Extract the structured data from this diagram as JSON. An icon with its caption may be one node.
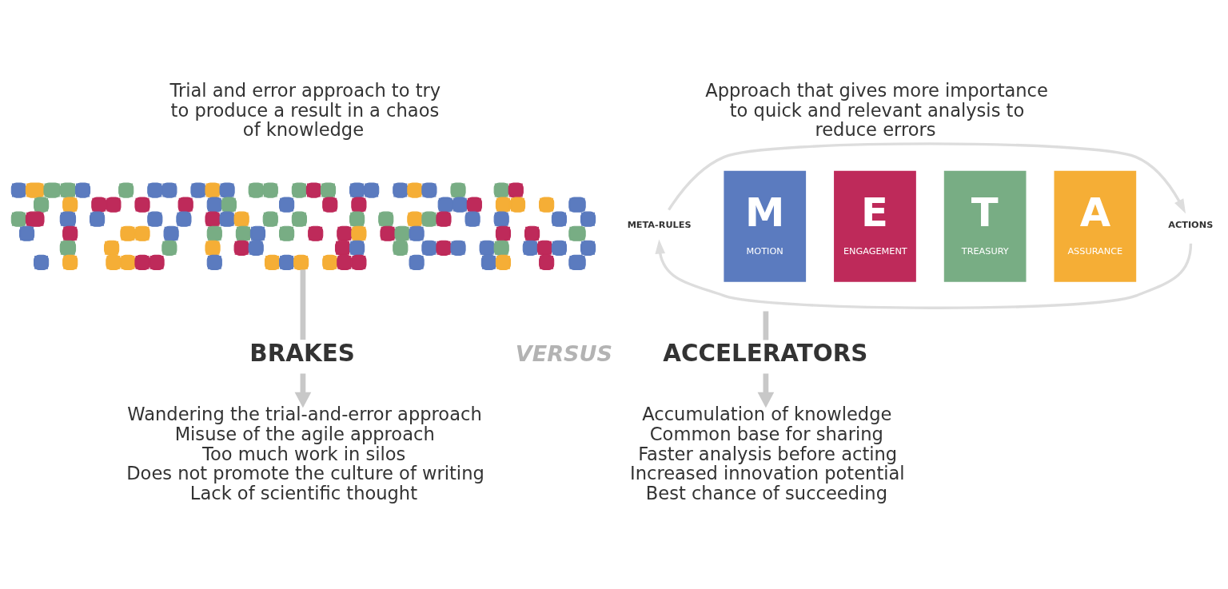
{
  "diagram": {
    "nodes": [
      {
        "text": [
          "Trial and error approach to try to produce a result in a chaos of knowledge"
        ]
      },
      {
        "text": [],
        "shape": "picture"
      },
      {
        "text": [
          "BRAKES"
        ]
      },
      {
        "text": [
          "Wandering the trial-and-error approach",
          "Misuse of the agile approach",
          "Too much work in silos",
          "Does not promote the culture of writing",
          "Lack of scientific thought"
        ]
      },
      {
        "text": [
          "Approach that gives more importance to quick and relevant analysis to reduce errors"
        ]
      },
      {
        "text": [
          "META-RULES"
        ]
      },
      {
        "text": [
          "M",
          "MOTION"
        ]
      },
      {
        "text": [
          "E",
          "ENGAGEMENT"
        ]
      },
      {
        "text": [
          "T",
          "TREASURY"
        ]
      },
      {
        "text": [
          "A",
          "ASSURANCE"
        ]
      },
      {
        "text": [
          "ACTIONS"
        ]
      },
      {
        "text": [
          "ACCELERATORS"
        ]
      },
      {
        "text": [
          "Accumulation of knowledge",
          "Common base for sharing",
          "Faster analysis before acting",
          "Increased innovation potential",
          "Best chance of succeeding"
        ]
      }
    ],
    "edges": [
      {
        "from": 1,
        "to": 2,
        "arrow": "none"
      },
      {
        "from": 2,
        "to": 3,
        "arrow": "to"
      },
      {
        "from": 5,
        "to": 10,
        "arrow": "to",
        "color": "#dddddd"
      },
      {
        "from": 10,
        "to": 5,
        "arrow": "to",
        "color": "#dddddd"
      },
      {
        "from": null,
        "to": 11,
        "arrow": "none"
      },
      {
        "from": 11,
        "to": 12,
        "arrow": "to"
      }
    ],
    "labels": [
      "VERSUS"
    ]
  }
}
